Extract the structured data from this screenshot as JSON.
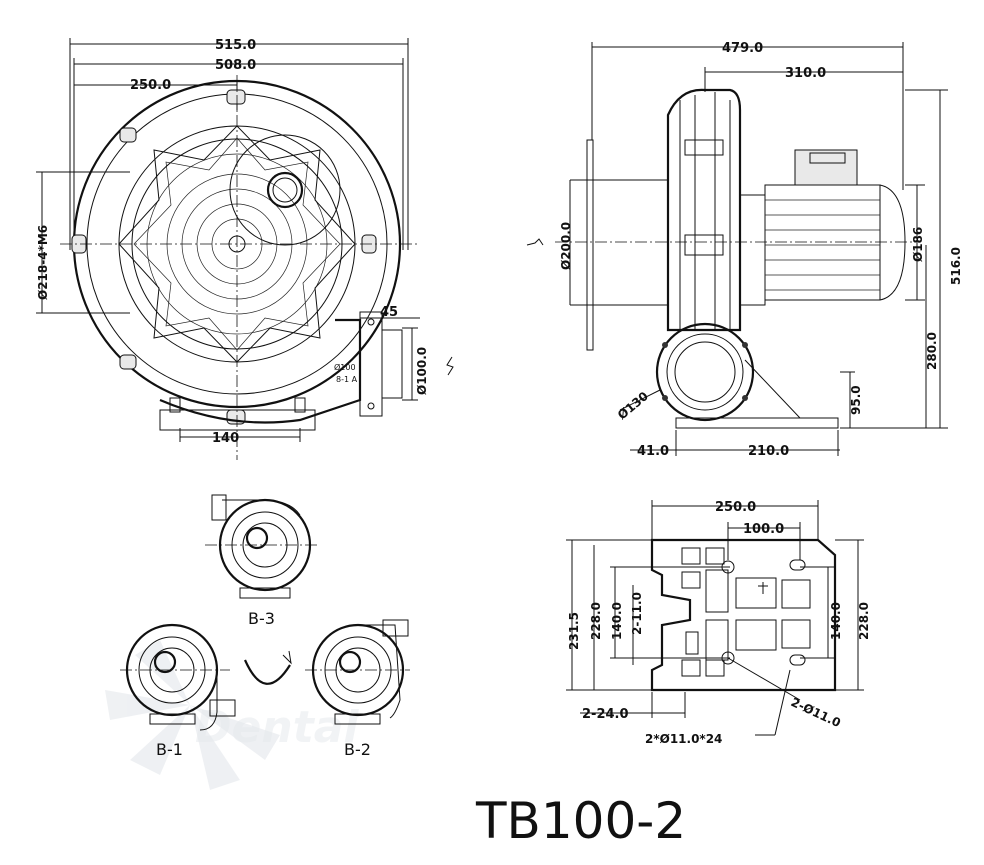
{
  "title": "TB100-2",
  "watermark": "Dental",
  "front_view": {
    "dims": {
      "overall_width": "515.0",
      "body_width": "508.0",
      "center_offset": "250.0",
      "mount_holes": "Ø218-4*M6",
      "outlet_offset": "45",
      "outlet_size": "Ø100.0",
      "base_width": "140",
      "outlet_flange_note": "Ø100",
      "outlet_flange_note2": "8-1 A",
      "label_small": "8-1"
    }
  },
  "side_view": {
    "dims": {
      "overall_length": "479.0",
      "motor_length": "310.0",
      "inlet_diameter": "Ø200.0",
      "motor_diameter": "Ø186",
      "overall_height": "516.0",
      "center_height": "280.0",
      "outlet_height": "95.0",
      "outlet_diameter": "Ø130",
      "foot_offset": "41.0",
      "foot_length": "210.0"
    }
  },
  "base_plate": {
    "dims": {
      "width": "250.0",
      "hole_spacing_x": "100.0",
      "height_outer": "231.5",
      "height_inner": "228.0",
      "hole_spacing_y": "140.0",
      "slot_note": "2-11.0",
      "hole_spacing_y_right": "140.0",
      "height_right": "228.0",
      "slot_spacing": "2-24.0",
      "hole_note": "2-Ø11.0",
      "slot_size": "2*Ø11.0*24"
    }
  },
  "orientations": [
    "B-3",
    "B-1",
    "B-2"
  ]
}
